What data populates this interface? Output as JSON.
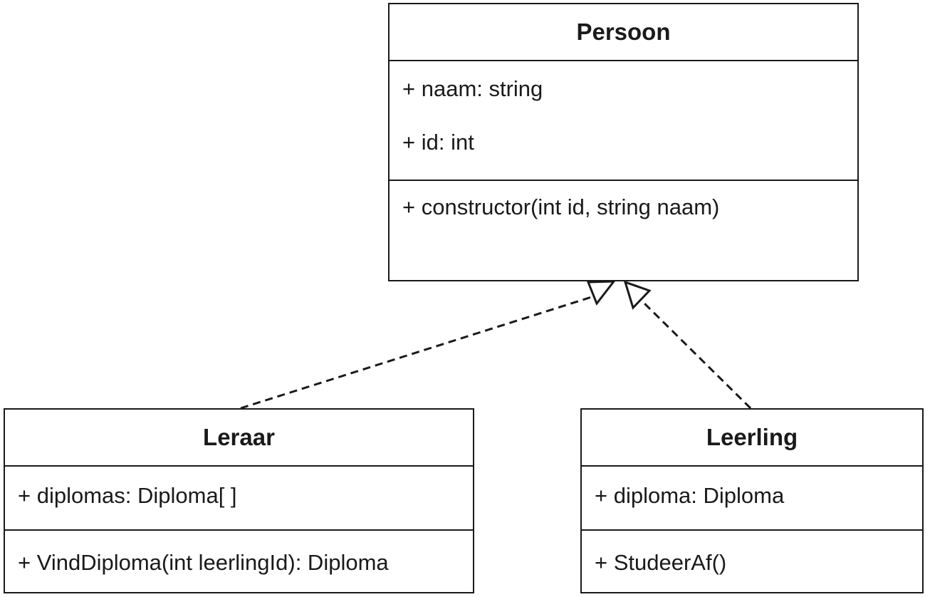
{
  "classes": {
    "persoon": {
      "name": "Persoon",
      "attributes": [
        "+ naam: string",
        "+ id: int"
      ],
      "methods": [
        "+ constructor(int id, string naam)"
      ]
    },
    "leraar": {
      "name": "Leraar",
      "attributes": [
        "+ diplomas: Diploma[ ]"
      ],
      "methods": [
        "+ VindDiploma(int leerlingId): Diploma"
      ]
    },
    "leerling": {
      "name": "Leerling",
      "attributes": [
        "+ diploma: Diploma"
      ],
      "methods": [
        "+ StudeerAf()"
      ]
    }
  },
  "relations": [
    {
      "from": "Leraar",
      "to": "Persoon",
      "type": "realization"
    },
    {
      "from": "Leerling",
      "to": "Persoon",
      "type": "realization"
    }
  ],
  "colors": {
    "stroke": "#1a1a1a",
    "background": "#ffffff"
  }
}
